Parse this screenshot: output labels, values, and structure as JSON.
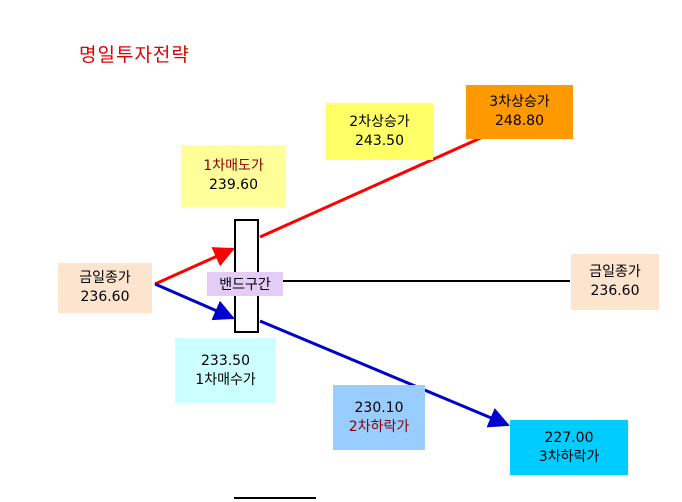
{
  "title": "명일투자전략",
  "boxes": {
    "close_left": {
      "label": "금일종가",
      "value": "236.60",
      "color": "#fde4cf"
    },
    "close_right": {
      "label": "금일종가",
      "value": "236.60",
      "color": "#fde4cf"
    },
    "sell1": {
      "label": "1차매도가",
      "value": "239.60",
      "color": "#ffff99"
    },
    "rise2": {
      "label": "2차상승가",
      "value": "243.50",
      "color": "#ffff66"
    },
    "rise3": {
      "label": "3차상승가",
      "value": "248.80",
      "color": "#ff9900"
    },
    "buy1": {
      "value": "233.50",
      "label": "1차매수가",
      "color": "#ccffff"
    },
    "fall2": {
      "value": "230.10",
      "label": "2차하락가",
      "color": "#99ccff"
    },
    "fall3": {
      "value": "227.00",
      "label": "3차하락가",
      "color": "#00ccff"
    }
  },
  "band": {
    "label": "밴드구간",
    "color": "#e3cdf7"
  },
  "colors": {
    "up_line": "#ff0000",
    "down_line": "#0000cc",
    "mid_line": "#000000",
    "title": "#e00000"
  }
}
